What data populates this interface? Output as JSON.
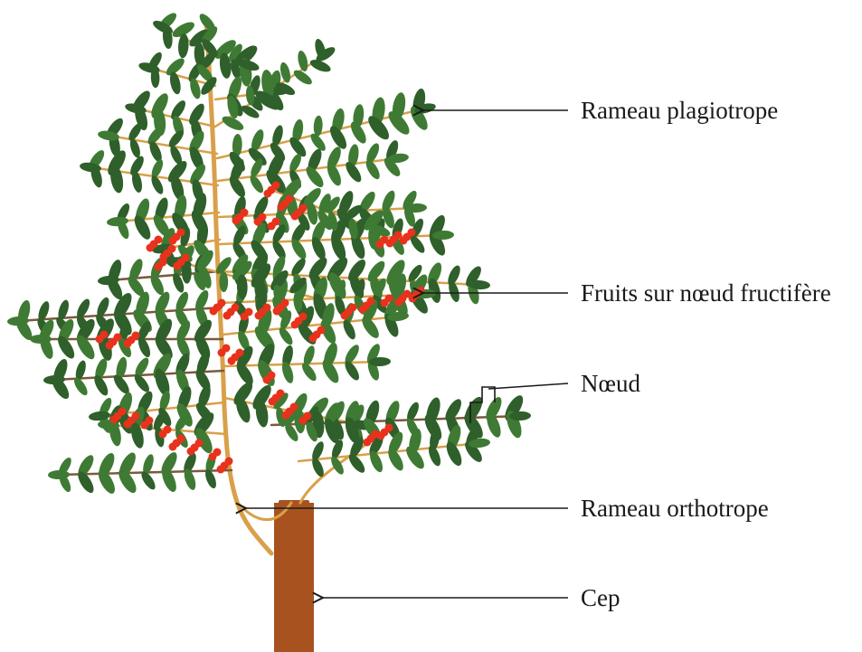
{
  "labels": {
    "rameau_plagiotrope": "Rameau plagiotrope",
    "fruits_noeud": "Fruits sur nœud fructifère",
    "noeud": "Nœud",
    "rameau_orthotrope": "Rameau orthotrope",
    "cep": "Cep"
  },
  "colors": {
    "leaf": "#2f5f2a",
    "leaf_light": "#3f7a34",
    "branch": "#d9a04a",
    "branch_dark": "#7a5a3a",
    "fruit": "#e8321c",
    "trunk": "#a8531f",
    "text": "#1a1a1a"
  }
}
